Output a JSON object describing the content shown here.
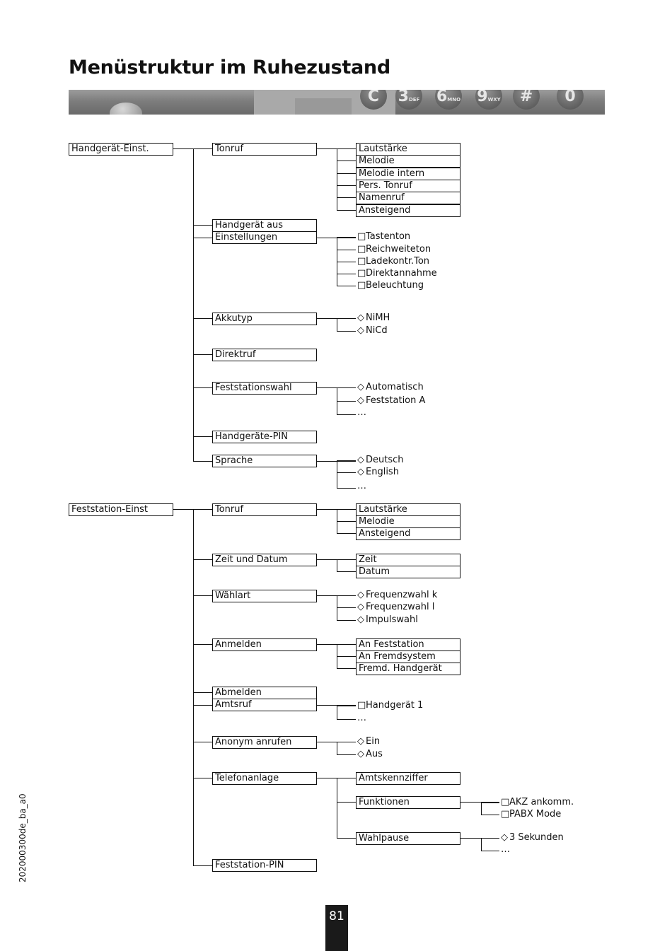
{
  "title": "Menüstruktur im Ruhezustand",
  "banner_keys": [
    "C",
    "3",
    "6",
    "9",
    "#",
    "0"
  ],
  "banner_key_subs": [
    "",
    "DEF",
    "MNO",
    "WXY",
    "",
    ""
  ],
  "side_text": "202000300de_ba_a0",
  "page_number": "81",
  "level1": [
    "Handgerät-Einst.",
    "Feststation-Einst"
  ],
  "level2": [
    "Tonruf",
    "Handgerät aus",
    "Einstellungen",
    "Akkutyp",
    "Direktruf",
    "Feststationswahl",
    "Handgeräte-PIN",
    "Sprache",
    "Tonruf",
    "Zeit und Datum",
    "Wählart",
    "Anmelden",
    "Abmelden",
    "Amtsruf",
    "Anonym anrufen",
    "Telefonanlage",
    "Feststation-PIN"
  ],
  "level3_boxes": [
    "Lautstärke",
    "Melodie",
    "Melodie intern",
    "Pers. Tonruf",
    "Namenruf",
    "Ansteigend",
    "Lautstärke",
    "Melodie",
    "Ansteigend",
    "Zeit",
    "Datum",
    "An Feststation",
    "An Fremdsystem",
    "Fremd. Handgerät",
    "Amtskennziffer",
    "Funktionen",
    "Wahlpause"
  ],
  "options": [
    {
      "mark": "□",
      "text": "Tastenton"
    },
    {
      "mark": "□",
      "text": "Reichweiteton"
    },
    {
      "mark": "□",
      "text": "Ladekontr.Ton"
    },
    {
      "mark": "□",
      "text": "Direktannahme"
    },
    {
      "mark": "□",
      "text": "Beleuchtung"
    },
    {
      "mark": "◇",
      "text": "NiMH"
    },
    {
      "mark": "◇",
      "text": "NiCd"
    },
    {
      "mark": "◇",
      "text": "Automatisch"
    },
    {
      "mark": "◇",
      "text": "Feststation A"
    },
    {
      "mark": "",
      "text": "…"
    },
    {
      "mark": "◇",
      "text": "Deutsch"
    },
    {
      "mark": "◇",
      "text": "English"
    },
    {
      "mark": "",
      "text": "…"
    },
    {
      "mark": "◇",
      "text": "Frequenzwahl k"
    },
    {
      "mark": "◇",
      "text": "Frequenzwahl l"
    },
    {
      "mark": "◇",
      "text": "Impulswahl"
    },
    {
      "mark": "□",
      "text": "Handgerät 1"
    },
    {
      "mark": "",
      "text": "…"
    },
    {
      "mark": "◇",
      "text": "Ein"
    },
    {
      "mark": "◇",
      "text": "Aus"
    },
    {
      "mark": "□",
      "text": "AKZ ankomm."
    },
    {
      "mark": "□",
      "text": "PABX Mode"
    },
    {
      "mark": "◇",
      "text": "3 Sekunden"
    },
    {
      "mark": "",
      "text": "…"
    }
  ]
}
